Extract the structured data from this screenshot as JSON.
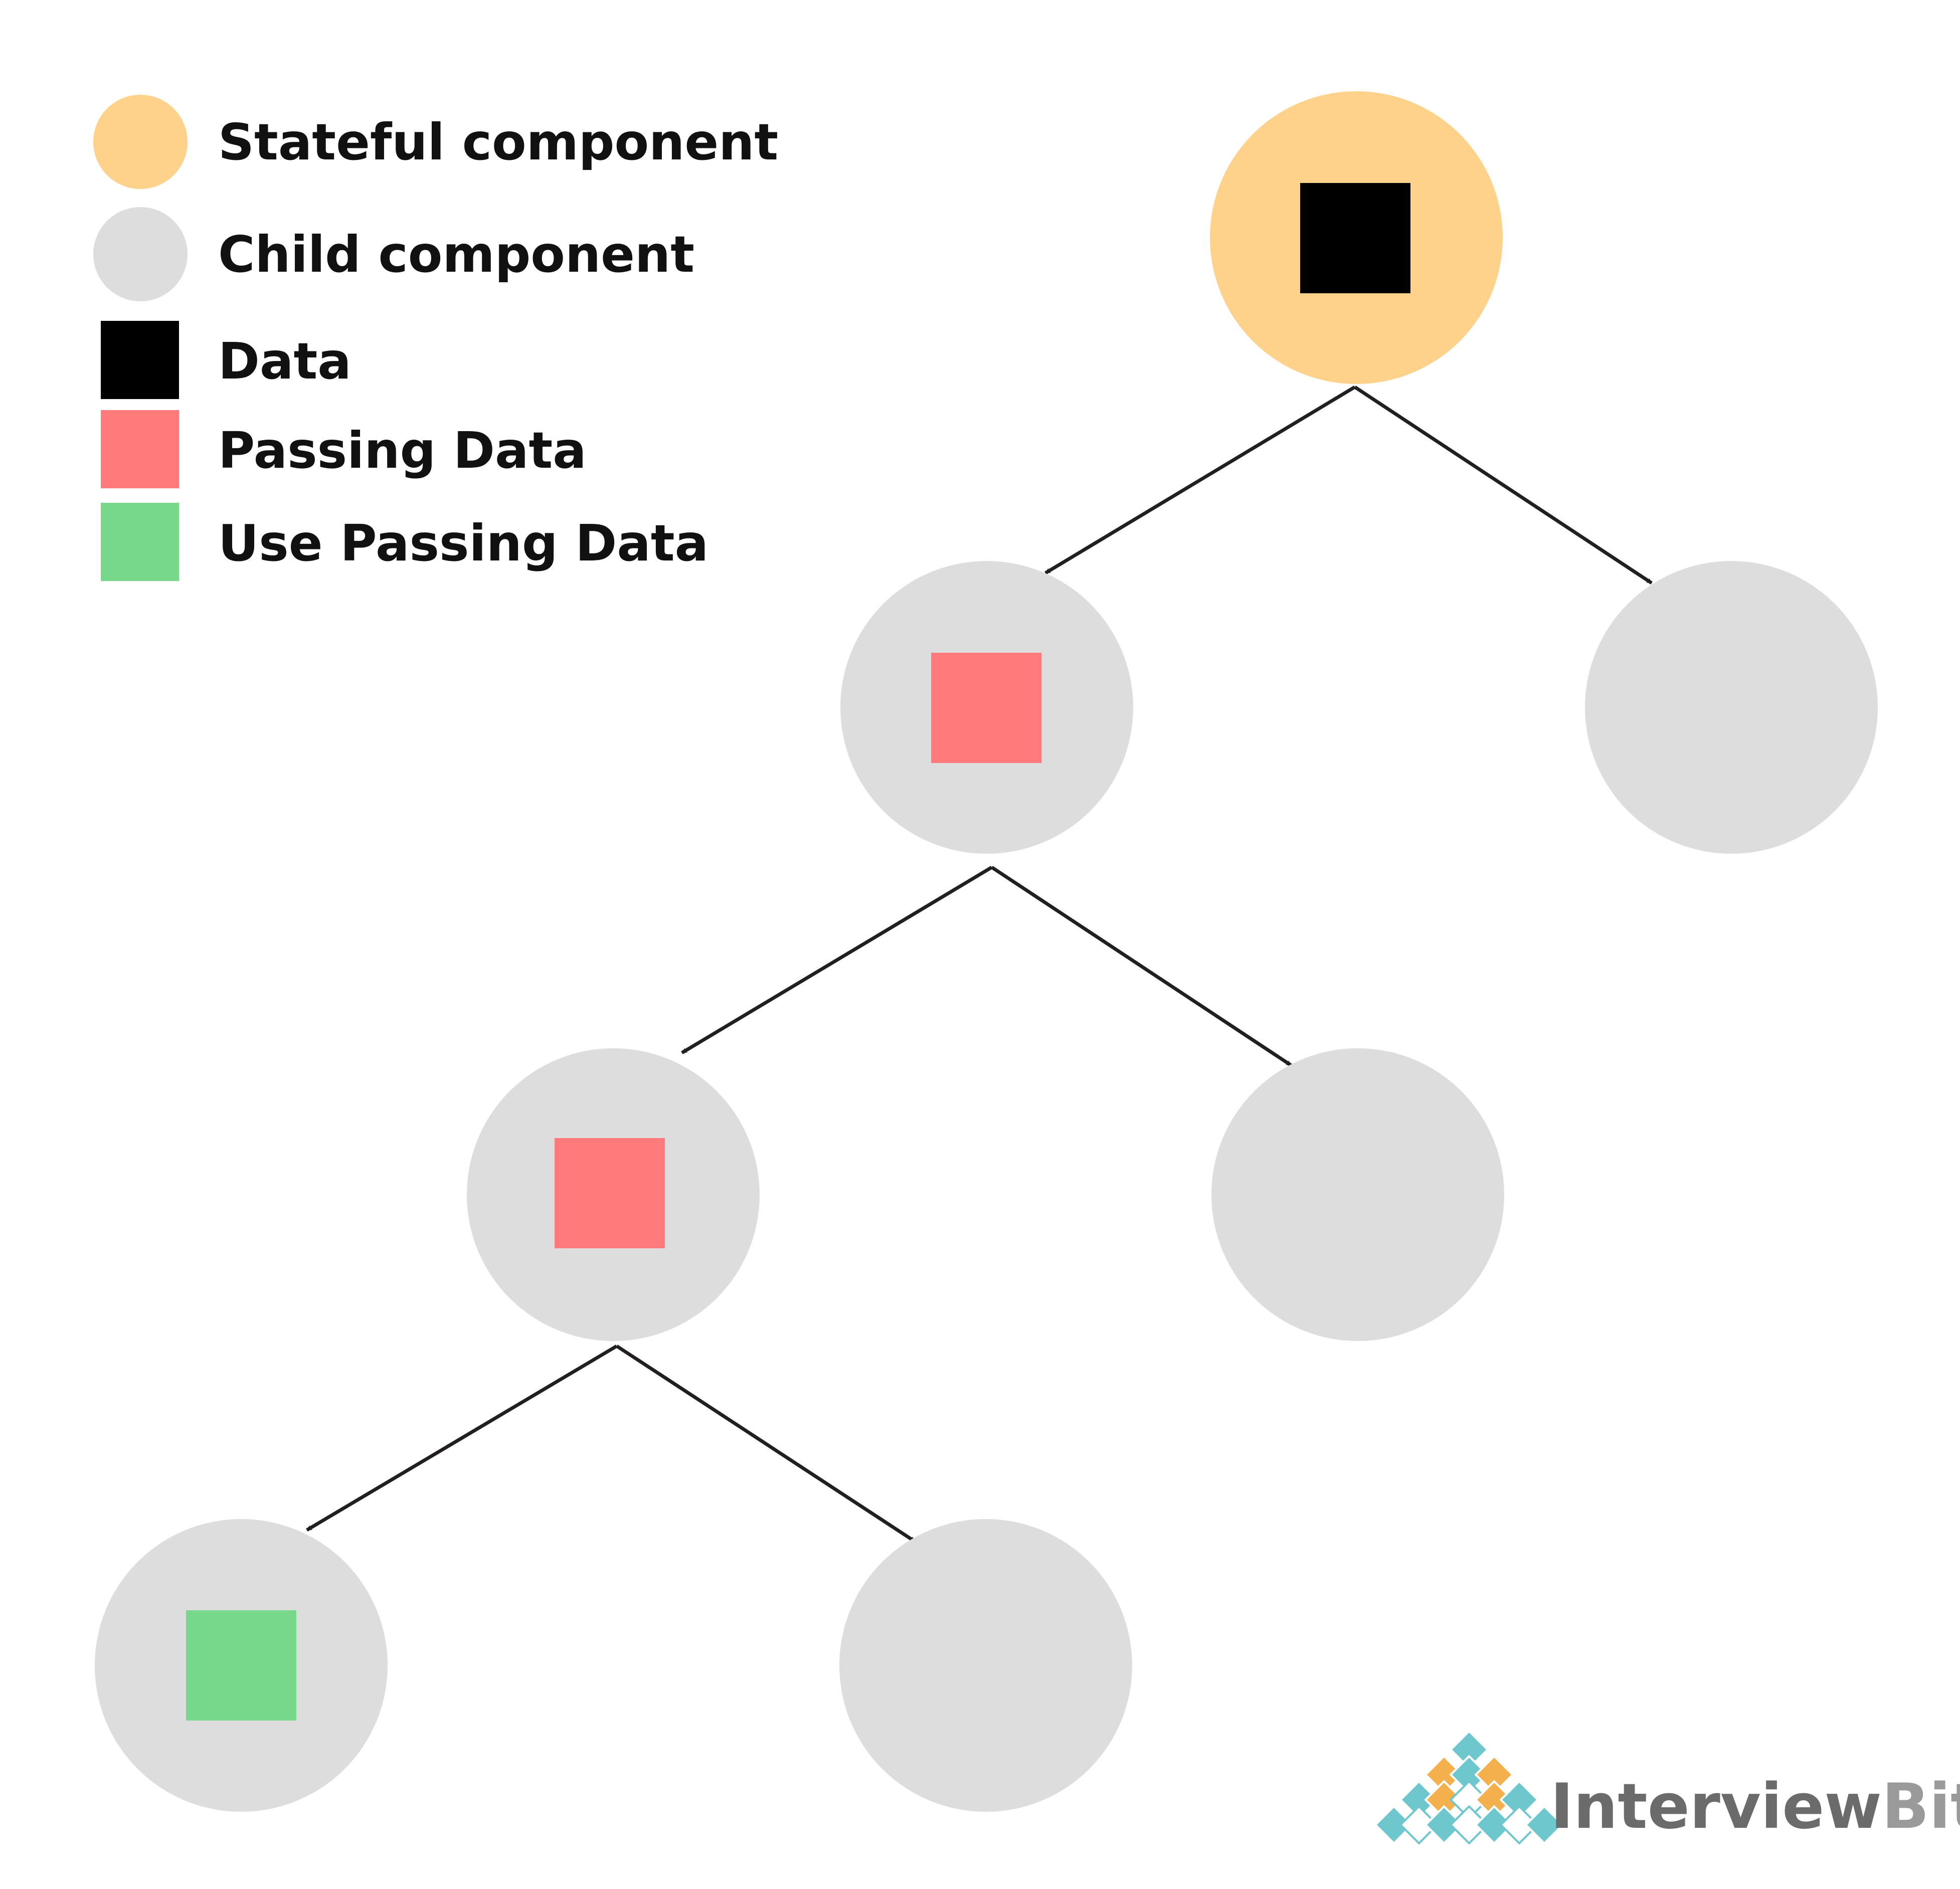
{
  "legend": {
    "items": [
      {
        "key": "stateful",
        "shape": "circle",
        "color": "#FFD28C",
        "label": "Stateful component"
      },
      {
        "key": "child",
        "shape": "circle",
        "color": "#DDDDDD",
        "label": "Child component"
      },
      {
        "key": "data",
        "shape": "square",
        "color": "#000000",
        "label": "Data"
      },
      {
        "key": "passing",
        "shape": "square",
        "color": "#FF7B7B",
        "label": "Passing Data"
      },
      {
        "key": "use",
        "shape": "square",
        "color": "#77D889",
        "label": "Use Passing Data"
      }
    ]
  },
  "tree": {
    "nodes": [
      {
        "id": "root",
        "type": "stateful",
        "data": "data"
      },
      {
        "id": "l1-left",
        "type": "child",
        "data": "passing"
      },
      {
        "id": "l1-right",
        "type": "child",
        "data": null
      },
      {
        "id": "l2-left",
        "type": "child",
        "data": "passing"
      },
      {
        "id": "l2-right",
        "type": "child",
        "data": null
      },
      {
        "id": "l3-left",
        "type": "child",
        "data": "use"
      },
      {
        "id": "l3-right",
        "type": "child",
        "data": null
      }
    ],
    "edges": [
      {
        "from": "root",
        "to": "l1-left"
      },
      {
        "from": "root",
        "to": "l1-right"
      },
      {
        "from": "l1-left",
        "to": "l2-left"
      },
      {
        "from": "l1-left",
        "to": "l2-right"
      },
      {
        "from": "l2-left",
        "to": "l3-left"
      },
      {
        "from": "l2-left",
        "to": "l3-right"
      }
    ]
  },
  "colors": {
    "edge": "#231F20",
    "brand_dark": "#6B6B6B",
    "brand_light": "#9A9A9A",
    "logo_teal": "#6FC7CE",
    "logo_orange": "#F3B04C"
  },
  "brand": {
    "part1": "Interview",
    "part2": "Bit"
  }
}
